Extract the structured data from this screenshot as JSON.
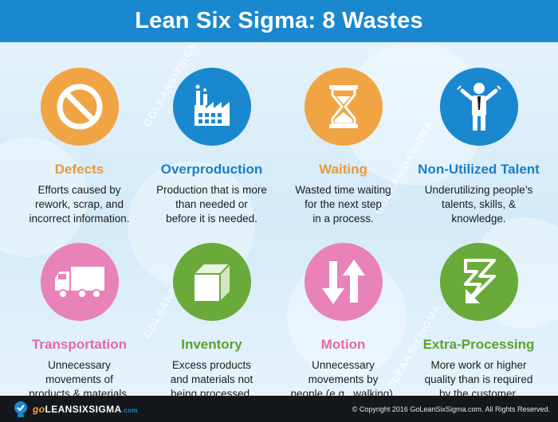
{
  "header": {
    "title": "Lean Six Sigma: 8 Wastes"
  },
  "colors": {
    "header_blue": "#1a88cf",
    "orange": "#f0a444",
    "blue": "#1a88cf",
    "pink": "#e882b8",
    "green": "#6aaa3a",
    "footer": "#14181d"
  },
  "wastes": [
    {
      "title": "Defects",
      "icon": "prohibited-icon",
      "color": "#f0a444",
      "title_color": "#e89a3c",
      "desc": [
        "Efforts caused by",
        "rework, scrap, and",
        "incorrect information."
      ]
    },
    {
      "title": "Overproduction",
      "icon": "factory-icon",
      "color": "#1a88cf",
      "title_color": "#1a7fc4",
      "desc": [
        "Production that is more",
        "than needed or",
        "before it is needed."
      ]
    },
    {
      "title": "Waiting",
      "icon": "hourglass-icon",
      "color": "#f0a444",
      "title_color": "#e89a3c",
      "desc": [
        "Wasted time waiting",
        "for the next step",
        "in a process."
      ]
    },
    {
      "title": "Non-Utilized Talent",
      "icon": "person-icon",
      "color": "#1a88cf",
      "title_color": "#1a7fc4",
      "desc": [
        "Underutilizing people’s",
        "talents, skills, &",
        "knowledge."
      ]
    },
    {
      "title": "Transportation",
      "icon": "truck-icon",
      "color": "#e882b8",
      "title_color": "#e06aa8",
      "desc": [
        "Unnecessary",
        "movements of",
        "products & materials."
      ]
    },
    {
      "title": "Inventory",
      "icon": "box-icon",
      "color": "#6aaa3a",
      "title_color": "#5e9f30",
      "desc": [
        "Excess products",
        "and materials not",
        "being processed."
      ]
    },
    {
      "title": "Motion",
      "icon": "up-down-arrows-icon",
      "color": "#e882b8",
      "title_color": "#e06aa8",
      "desc": [
        "Unnecessary",
        "movements by",
        "people (e.g., walking)."
      ]
    },
    {
      "title": "Extra-Processing",
      "icon": "lightning-arrow-icon",
      "color": "#6aaa3a",
      "title_color": "#5e9f30",
      "desc": [
        "More work or higher",
        "quality than is required",
        "by the customer."
      ]
    }
  ],
  "watermark": "GOLEANSIXSIGMA",
  "footer": {
    "logo_go": "go",
    "logo_main": "LEANSIXSIGMA",
    "logo_com": ".com",
    "copyright": "© Copyright 2016 GoLeanSixSigma.com. All Rights Reserved."
  }
}
